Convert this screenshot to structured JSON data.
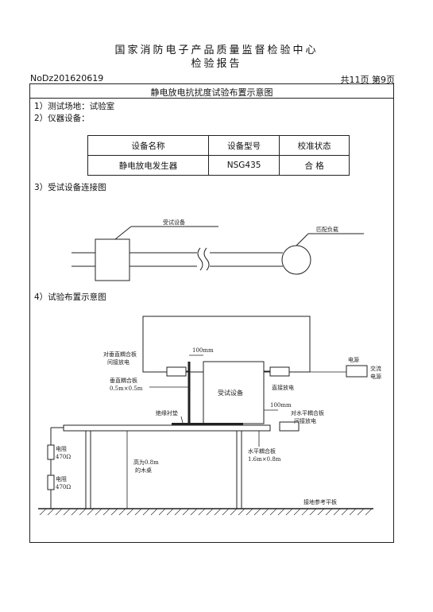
{
  "header": {
    "title_line1": "国家消防电子产品质量监督检验中心",
    "title_line2": "检验报告",
    "report_no": "NoDz201620619",
    "page_info": "共11页  第9页"
  },
  "frame": {
    "title": "静电放电抗扰度试验布置示意图",
    "sections": {
      "s1": "1）测试场地：试验室",
      "s2": "2）仪器设备：",
      "s3": "3）受试设备连接图",
      "s4": "4）试验布置示意图"
    }
  },
  "equipment_table": {
    "headers": [
      "设备名称",
      "设备型号",
      "校准状态"
    ],
    "rows": [
      [
        "静电放电发生器",
        "NSG435",
        "合 格"
      ]
    ]
  },
  "connection_diagram": {
    "eut_label": "受试设备",
    "load_label": "匹配负载"
  },
  "layout_diagram": {
    "vcp_indirect": "对垂直耦合板",
    "vcp_indirect2": "间接放电",
    "vcp_label": "垂直耦合板",
    "vcp_size": "0.5m×0.5m",
    "dim_100mm_top": "100mm",
    "dim_100mm_right": "100mm",
    "eut": "受试设备",
    "direct_discharge": "直接放电",
    "hcp_indirect": "对水平耦合板",
    "hcp_indirect2": "间接放电",
    "insulation": "绝缘衬垫",
    "power": "电源",
    "ac_power": "交流",
    "ac_power2": "电源",
    "hcp_label": "水平耦合板",
    "hcp_size": "1.6m×0.8m",
    "table_label": "高为0.8m",
    "table_label2": "的木桌",
    "resistor": "电阻",
    "resistor_value": "470Ω",
    "gnd_plane": "接地参考平板"
  }
}
